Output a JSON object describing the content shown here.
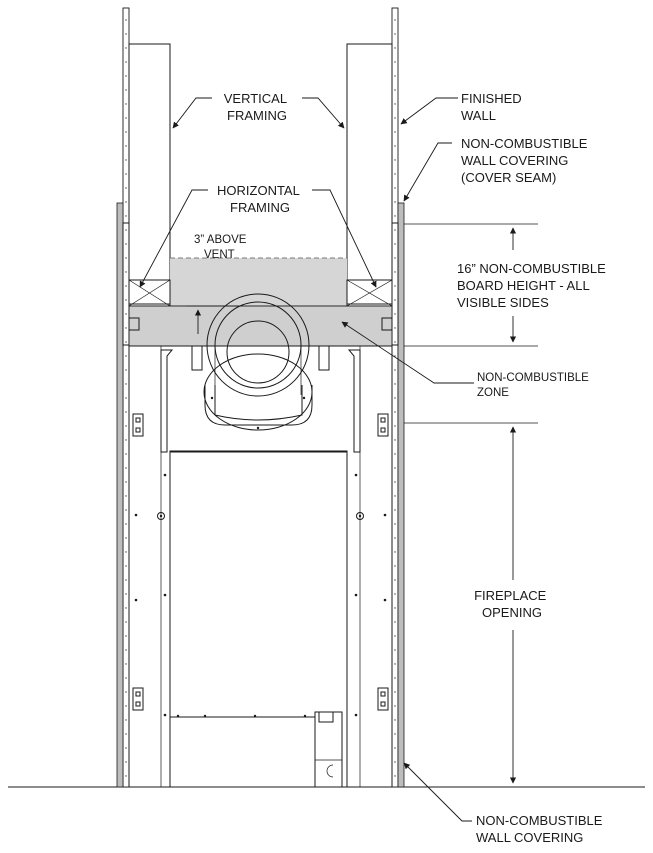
{
  "labels": {
    "vertical_framing": [
      "VERTICAL",
      "FRAMING"
    ],
    "finished_wall": [
      "FINISHED",
      "WALL"
    ],
    "nc_wall_cover_seam": [
      "NON-COMBUSTIBLE",
      "WALL COVERING",
      "(COVER SEAM)"
    ],
    "horizontal_framing": [
      "HORIZONTAL",
      "FRAMING"
    ],
    "above_vent": [
      "3” ABOVE",
      "VENT"
    ],
    "board_height": [
      "16” NON-COMBUSTIBLE",
      "BOARD HEIGHT - ALL",
      "VISIBLE SIDES"
    ],
    "nc_zone": [
      "NON-COMBUSTIBLE",
      "ZONE"
    ],
    "fireplace_opening": [
      "FIREPLACE",
      "OPENING"
    ],
    "nc_wall_covering": [
      "NON-COMBUSTIBLE",
      "WALL COVERING"
    ]
  }
}
